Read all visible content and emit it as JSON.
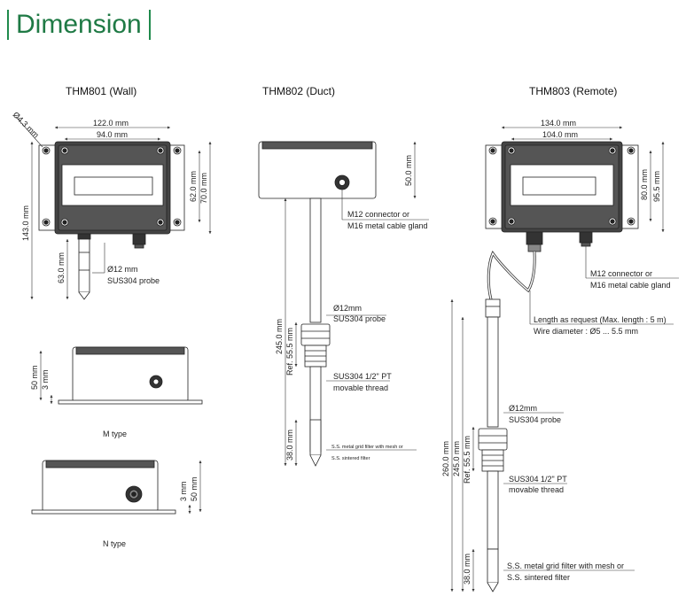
{
  "header": {
    "title": "Dimension"
  },
  "models": {
    "wall": {
      "title": "THM801 (Wall)"
    },
    "duct": {
      "title": "THM802 (Duct)"
    },
    "remote": {
      "title": "THM803 (Remote)"
    }
  },
  "wall_dims": {
    "hole": "Ø4.3 mm",
    "outer_w": "122.0 mm",
    "inner_w": "94.0 mm",
    "total_h": "143.0 mm",
    "inner_h": "62.0 mm",
    "outer_h": "70.0 mm",
    "probe_len": "63.0 mm",
    "probe_dia": "Ø12 mm",
    "probe_mat": "SUS304 probe",
    "m_h1": "50 mm",
    "m_h2": "3 mm",
    "m_label": "M type",
    "n_h1": "3 mm",
    "n_h2": "50 mm",
    "n_label": "N type"
  },
  "duct_dims": {
    "h": "50.0 mm",
    "conn1": "M12 connector  or",
    "conn2": "M16 metal cable gland",
    "probe_len": "245.0 mm",
    "probe_dia": "Ø12mm",
    "probe_mat": "SUS304  probe",
    "ref": "Ref. 55.5 mm",
    "thread1": "SUS304  1/2\" PT",
    "thread2": "movable thread",
    "filter_len": "38.0 mm",
    "filter1": "S.S. metal grid filter with mesh or",
    "filter2": "S.S. sintered filter"
  },
  "remote_dims": {
    "outer_w": "134.0 mm",
    "inner_w": "104.0 mm",
    "inner_h": "80.0 mm",
    "outer_h": "95.5 mm",
    "conn1": "M12 connector  or",
    "conn2": "M16 metal cable gland",
    "len1": "Length as request (Max. length : 5 m)",
    "len2": "Wire diameter : Ø5 ... 5.5 mm",
    "total_len": "260.0 mm",
    "probe_len": "245.0 mm",
    "ref": "Ref. 55.5 mm",
    "probe_dia": "Ø12mm",
    "probe_mat": "SUS304  probe",
    "thread1": "SUS304  1/2\" PT",
    "thread2": "movable thread",
    "filter_len": "38.0 mm",
    "filter1": "S.S. metal grid filter with mesh or",
    "filter2": "S.S. sintered filter"
  }
}
